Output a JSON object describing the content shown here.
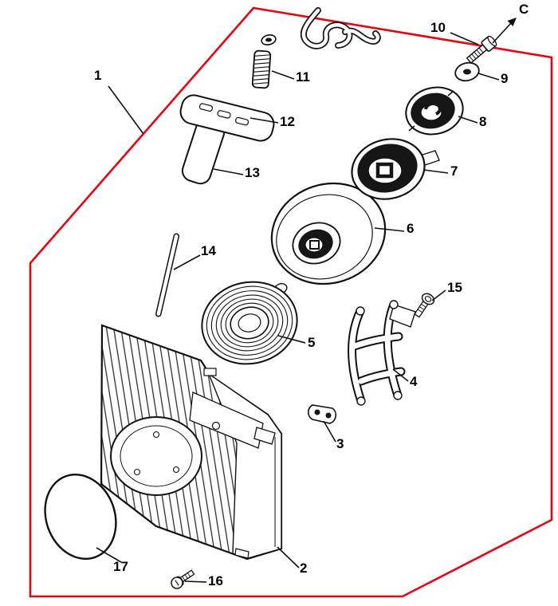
{
  "diagram": {
    "type": "exploded-parts-diagram",
    "border_color": "#e30613",
    "line_color": "#111111"
  },
  "callouts": {
    "1": "1",
    "2": "2",
    "3": "3",
    "4": "4",
    "5": "5",
    "6": "6",
    "7": "7",
    "8": "8",
    "9": "9",
    "10": "10",
    "11": "11",
    "12": "12",
    "13": "13",
    "14": "14",
    "15": "15",
    "16": "16",
    "17": "17",
    "C": "C"
  }
}
